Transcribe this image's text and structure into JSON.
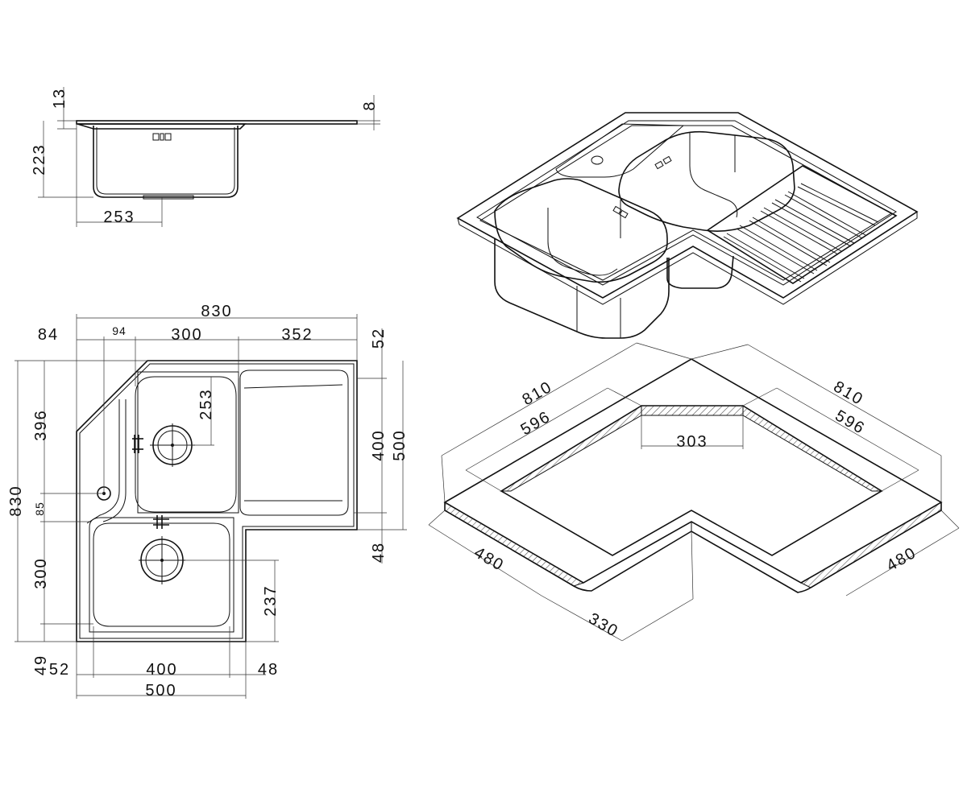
{
  "dimensions": {
    "side_view": {
      "lip_thickness": "13",
      "drain_board_thickness": "8",
      "depth": "223",
      "bowl_width": "253"
    },
    "plan_view": {
      "overall_width": "830",
      "overall_height": "830",
      "corner_offset": "84",
      "tap_offset": "94",
      "bowl_pitch": "300",
      "drainer_width": "352",
      "top_margin": "52",
      "upper_height": "396",
      "upper_bowl_depth": "253",
      "tap_gap": "85",
      "lower_height": "300",
      "drainer_inner": "400",
      "drainer_outer": "500",
      "right_margin": "48",
      "lower_bowl_depth": "237",
      "bottom_margin": "49",
      "left_margin": "52",
      "lower_bowl_width": "400",
      "lower_right_margin": "48",
      "lower_outer": "500"
    },
    "cutout": {
      "outer_left": "810",
      "outer_right": "810",
      "inner_left": "596",
      "inner_right": "596",
      "corner_width": "303",
      "arm_left": "480",
      "arm_right": "480",
      "corner_depth": "330"
    }
  },
  "colors": {
    "line": "#111111",
    "hatch": "#555555",
    "background": "#ffffff"
  }
}
